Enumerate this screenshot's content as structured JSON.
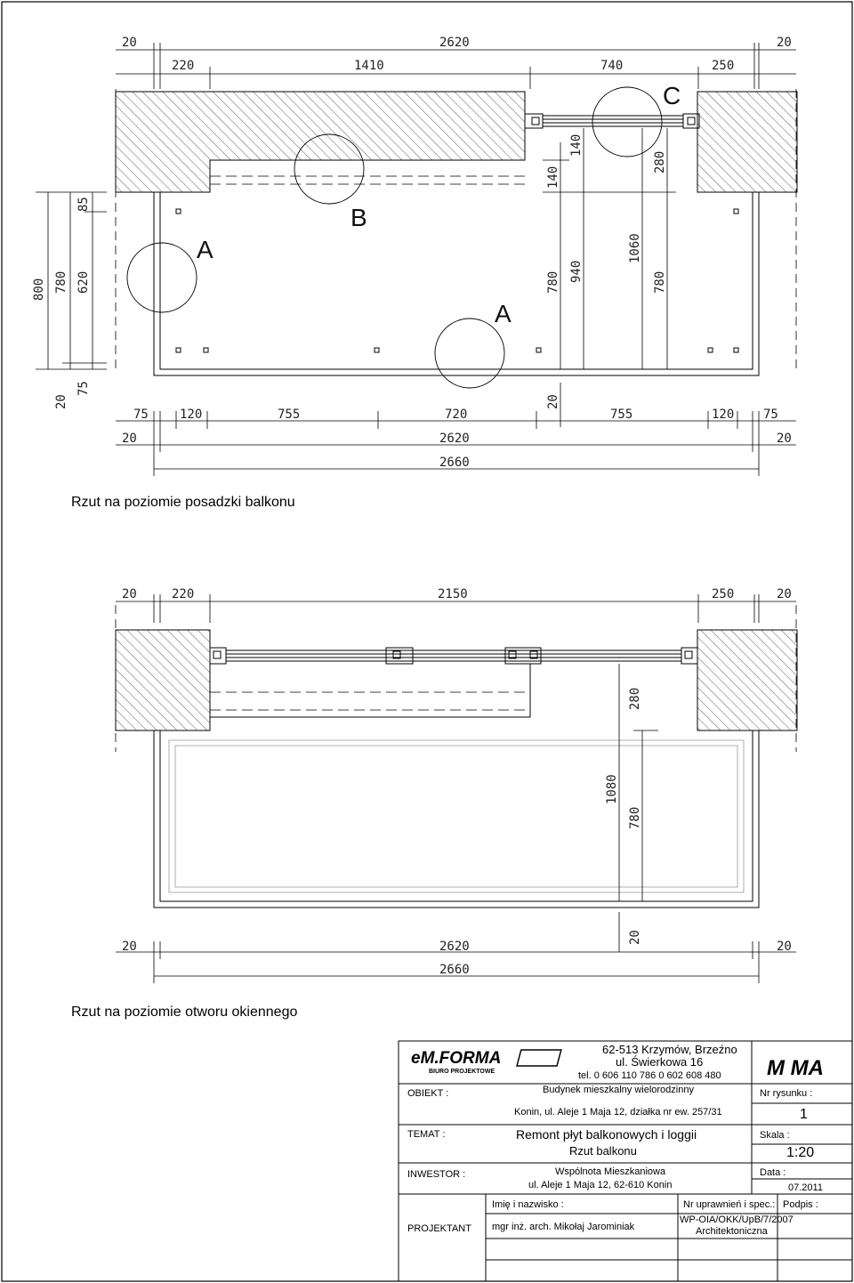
{
  "plan1": {
    "dims_top1": [
      "20",
      "2620",
      "20"
    ],
    "dims_top2": [
      "220",
      "1410",
      "740",
      "250"
    ],
    "dims_bottom1": [
      "75",
      "120",
      "755",
      "720",
      "755",
      "120",
      "75"
    ],
    "dims_bottom2": [
      "20",
      "2620",
      "20"
    ],
    "dims_bottom3": "2660",
    "dims_left": [
      "800",
      "780",
      "620",
      "85",
      "20",
      "75"
    ],
    "dims_inner": [
      "140",
      "140",
      "280",
      "780",
      "940",
      "1060",
      "780",
      "20"
    ],
    "labels": [
      "A",
      "B",
      "A",
      "C"
    ],
    "caption": "Rzut na poziomie posadzki balkonu"
  },
  "plan2": {
    "dims_top": [
      "20",
      "220",
      "2150",
      "250",
      "20"
    ],
    "dims_bottom1": [
      "20",
      "2620",
      "20"
    ],
    "dims_bottom2": "2660",
    "dims_inner": [
      "280",
      "1080",
      "780",
      "20"
    ],
    "caption": "Rzut na poziomie otworu okiennego"
  },
  "titleblock": {
    "company": "eM.FORMA",
    "company_sub": "BIURO PROJEKTOWE",
    "address1": "62-513 Krzymów, Brzeźno",
    "address2": "ul. Świerkowa 16",
    "phone": "tel. 0 606 110 786   0 602 608 480",
    "logo": "M MA",
    "obiekt_label": "OBIEKT :",
    "obiekt1": "Budynek mieszkalny wielorodzinny",
    "obiekt2": "Konin, ul. Aleje 1 Maja 12, działka nr ew. 257/31",
    "nr_rys_label": "Nr rysunku :",
    "nr_rys": "1",
    "temat_label": "TEMAT :",
    "temat1": "Remont płyt balkonowych i loggii",
    "temat2": "Rzut balkonu",
    "skala_label": "Skala :",
    "skala": "1:20",
    "inwestor_label": "INWESTOR :",
    "inwestor1": "Wspólnota Mieszkaniowa",
    "inwestor2": "ul. Aleje 1 Maja 12, 62-610 Konin",
    "data_label": "Data :",
    "data": "07.2011",
    "projektant_label": "PROJEKTANT",
    "imie_label": "Imię i nazwisko :",
    "imie": "mgr inż. arch. Mikołaj Jarominiak",
    "upr_label": "Nr uprawnień i spec.:",
    "upr1": "WP-OIA/OKK/UpB/7/2007",
    "upr2": "Architektoniczna",
    "podpis_label": "Podpis :"
  }
}
